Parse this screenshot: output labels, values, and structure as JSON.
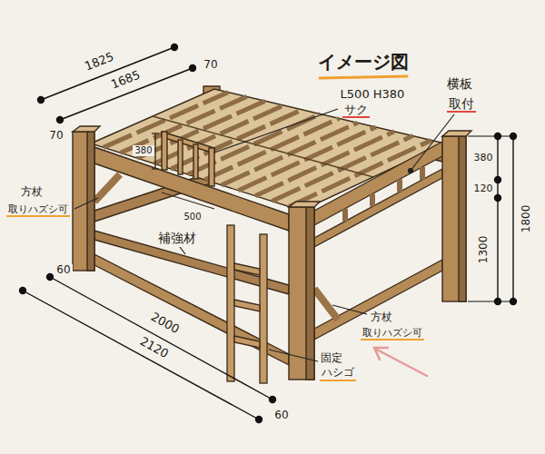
{
  "diagram": {
    "title": "イメージ図",
    "labels": [
      "1825",
      "1685",
      "70",
      "70",
      "L500 H380",
      "サク",
      "横板",
      "取付",
      "380",
      "500",
      "380",
      "120",
      "1300",
      "1800",
      "方杖",
      "取りハズシ可",
      "補強材",
      "60",
      "2000",
      "2120",
      "固定",
      "ハシゴ",
      "60",
      "方杖",
      "取りハズシ可"
    ]
  }
}
